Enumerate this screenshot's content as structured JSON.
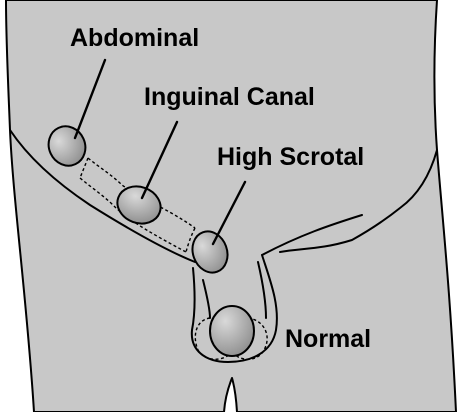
{
  "labels": {
    "abdominal": "Abdominal",
    "inguinal_canal": "Inguinal Canal",
    "high_scrotal": "High Scrotal",
    "normal": "Normal"
  },
  "colors": {
    "body_fill": "#c8c8c8",
    "testis_light": "#d9d9d9",
    "testis_dark": "#8a8a8a",
    "outline": "#000000",
    "background": "#ffffff"
  }
}
